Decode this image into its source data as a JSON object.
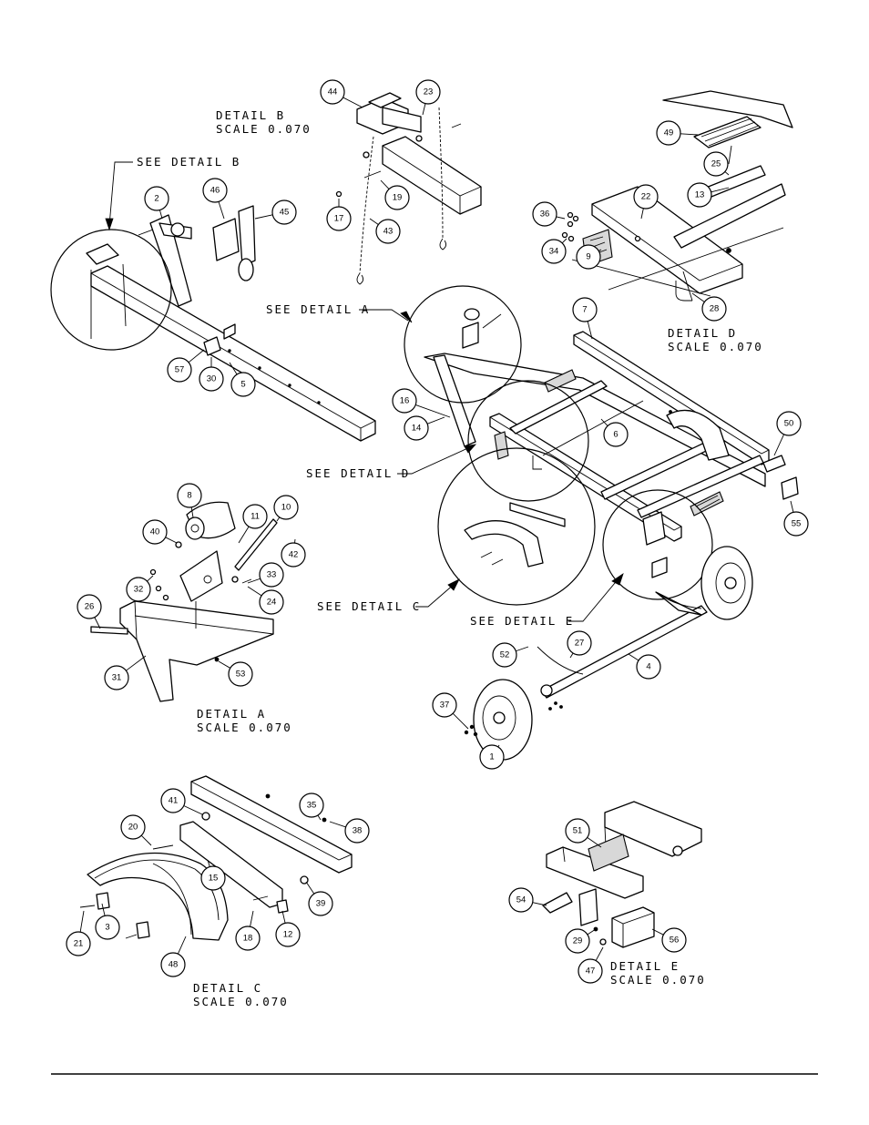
{
  "details": [
    {
      "id": "detail-b-title",
      "line1": "DETAIL  B",
      "line2": "SCALE  0.070"
    },
    {
      "id": "detail-d-title",
      "line1": "DETAIL  D",
      "line2": "SCALE  0.070"
    },
    {
      "id": "detail-a-title",
      "line1": "DETAIL  A",
      "line2": "SCALE  0.070"
    },
    {
      "id": "detail-c-title",
      "line1": "DETAIL  C",
      "line2": "SCALE  0.070"
    },
    {
      "id": "detail-e-title",
      "line1": "DETAIL  E",
      "line2": "SCALE  0.070"
    }
  ],
  "callouts": [
    {
      "id": "see-detail-b",
      "text": "SEE DETAIL  B"
    },
    {
      "id": "see-detail-a",
      "text": "SEE DETAIL  A"
    },
    {
      "id": "see-detail-d",
      "text": "SEE DETAIL  D"
    },
    {
      "id": "see-detail-c",
      "text": "SEE DETAIL  C"
    },
    {
      "id": "see-detail-e",
      "text": "SEE DETAIL  E"
    }
  ],
  "parts": [
    "1",
    "2",
    "3",
    "4",
    "5",
    "6",
    "7",
    "8",
    "9",
    "10",
    "11",
    "12",
    "13",
    "14",
    "15",
    "16",
    "17",
    "18",
    "19",
    "20",
    "21",
    "22",
    "23",
    "24",
    "25",
    "26",
    "27",
    "28",
    "29",
    "30",
    "31",
    "32",
    "33",
    "34",
    "35",
    "36",
    "37",
    "38",
    "39",
    "40",
    "41",
    "42",
    "43",
    "44",
    "45",
    "46",
    "47",
    "48",
    "49",
    "50",
    "51",
    "52",
    "53",
    "54",
    "55",
    "56",
    "57"
  ]
}
